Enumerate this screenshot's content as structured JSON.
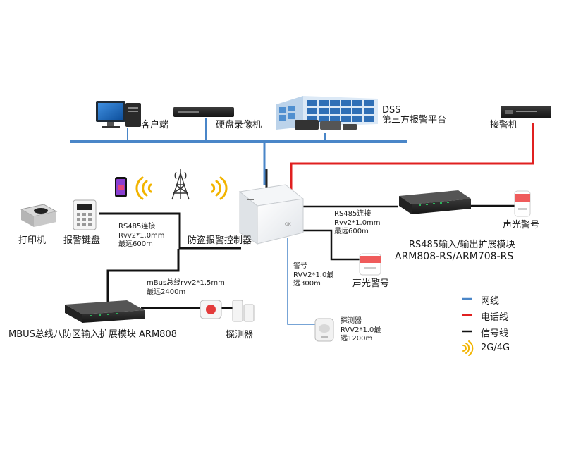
{
  "devices": {
    "client": "客户端",
    "nvr": "硬盘录像机",
    "dss_title": "DSS",
    "dss_sub": "第三方报警平台",
    "receiver": "接警机",
    "printer": "打印机",
    "keypad": "报警键盘",
    "controller": "防盗报警控制器",
    "rs485_module_line1": "RS485输入/输出扩展模块",
    "rs485_module_line2": "ARM808-RS/ARM708-RS",
    "siren_right": "声光警号",
    "siren_mid": "声光警号",
    "mbus_module": "MBUS总线八防区输入扩展模块 ARM808",
    "detector_left": "探测器"
  },
  "connections": {
    "rs485_left": [
      "RS485连接",
      "Rvv2*1.0mm",
      "最远600m"
    ],
    "rs485_right": [
      "RS485连接",
      "Rvv2*1.0mm",
      "最远600m"
    ],
    "mbus": [
      "mBus总线rvv2*1.5mm",
      "最远2400m"
    ],
    "alarm": [
      "警号",
      "RVV2*1.0最",
      "远300m"
    ],
    "detector": [
      "探测器",
      "RVV2*1.0最",
      "远1200m"
    ]
  },
  "legend": [
    {
      "label": "网线",
      "color": "#4a86c8",
      "kind": "line"
    },
    {
      "label": "电话线",
      "color": "#e02020",
      "kind": "line"
    },
    {
      "label": "信号线",
      "color": "#111111",
      "kind": "line"
    },
    {
      "label": "2G/4G",
      "color": "#f2b400",
      "kind": "wireless"
    }
  ],
  "colors": {
    "network": "#4a86c8",
    "phone": "#e02020",
    "signal": "#111111",
    "wireless": "#f2b400"
  }
}
